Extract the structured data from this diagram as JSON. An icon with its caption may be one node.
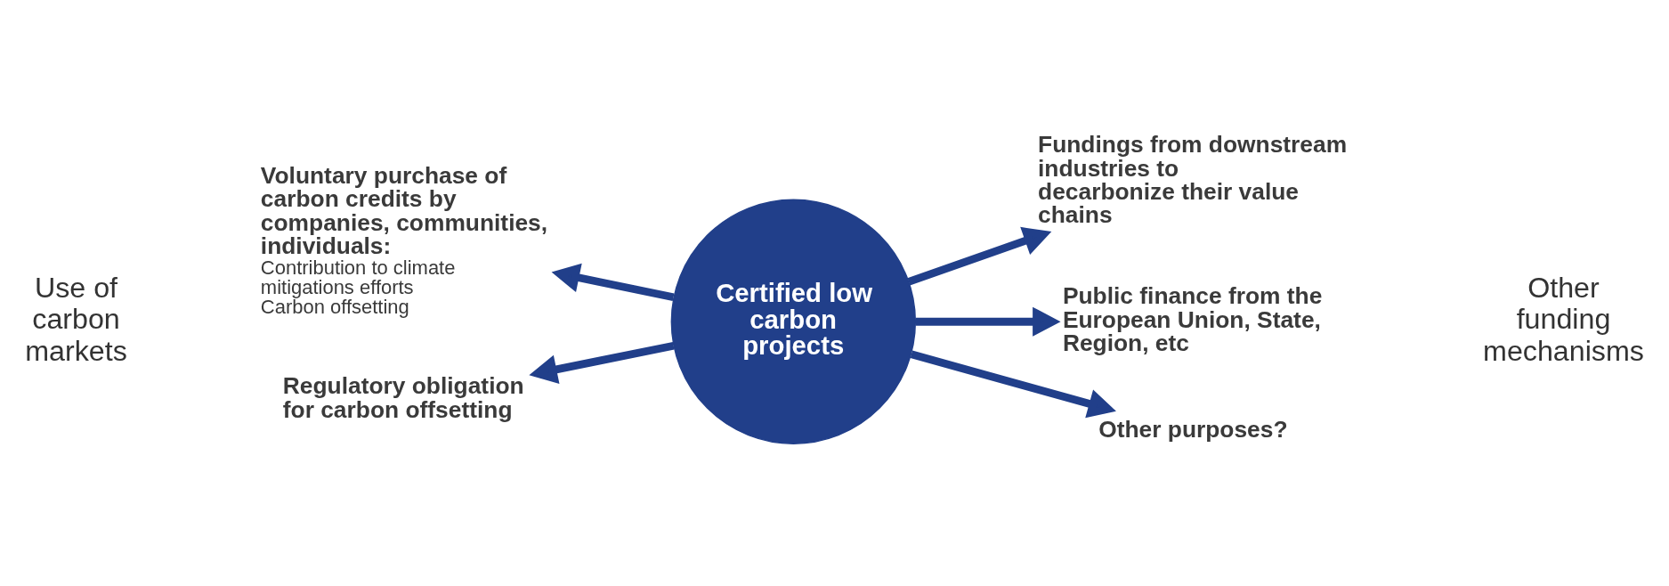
{
  "diagram": {
    "nodes": [
      {
        "text": [
          "Certified low carbon projects"
        ]
      },
      {
        "text": [
          "Voluntary purchase of carbon credits by companies, communities, individuals:",
          "Contribution to climate mitigations efforts",
          "Carbon offsetting"
        ]
      },
      {
        "text": [
          "Regulatory obligation for carbon offsetting"
        ]
      },
      {
        "text": [
          "Fundings from downstream industries to decarbonize their value chains"
        ]
      },
      {
        "text": [
          "Public finance from the European Union, State, Region, etc"
        ]
      },
      {
        "text": [
          "Other purposes?"
        ]
      }
    ],
    "edges": [
      {
        "from": 0,
        "to": 1,
        "arrow": "to"
      },
      {
        "from": 0,
        "to": 3,
        "arrow": "to"
      },
      {
        "from": 0,
        "to": 4,
        "arrow": "to"
      },
      {
        "from": 0,
        "to": 2,
        "arrow": "to"
      },
      {
        "from": 0,
        "to": 5,
        "arrow": "to"
      }
    ],
    "labels": [
      "Use of carbon markets",
      "Other funding mechanisms"
    ]
  }
}
